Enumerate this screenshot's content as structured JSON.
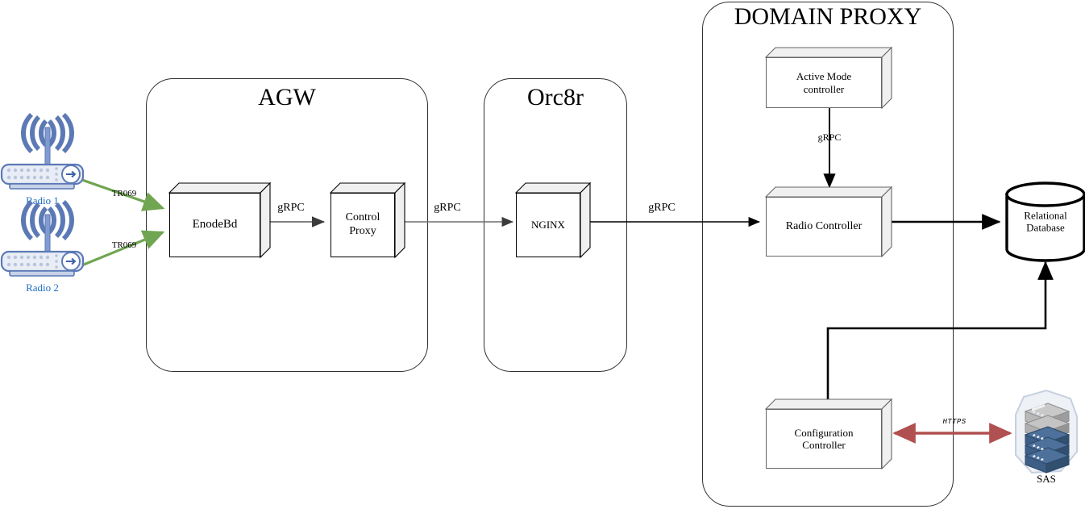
{
  "diagram": {
    "title_agw": "AGW",
    "title_orc8r": "Orc8r",
    "title_domain_proxy": "DOMAIN PROXY",
    "colors": {
      "zone_border": "#30302f",
      "box_border": "#000000",
      "box_border_gray": "#666666",
      "box_face": "#ffffff",
      "box_shade": "#f0f0f0",
      "tr069_arrow": "#70a552",
      "grpc_arrow_gray": "#808080",
      "grpc_arrow_black": "#000000",
      "https_arrow": "#b05050",
      "radio_label": "#1f6fc4",
      "server_blue": "#3d5f86",
      "server_gray": "#9a9a9a"
    },
    "zones": [
      {
        "name": "agw",
        "label": "AGW"
      },
      {
        "name": "orc8r",
        "label": "Orc8r"
      },
      {
        "name": "domain-proxy",
        "label": "DOMAIN PROXY"
      }
    ],
    "nodes": [
      {
        "id": "enodebd",
        "label": "EnodeBd",
        "zone": "agw"
      },
      {
        "id": "control-proxy",
        "label": "Control\nProxy",
        "line1": "Control",
        "line2": "Proxy",
        "zone": "agw"
      },
      {
        "id": "nginx",
        "label": "NGINX",
        "zone": "orc8r"
      },
      {
        "id": "active-mode-controller",
        "line1": "Active Mode",
        "line2": "controller",
        "zone": "domain-proxy"
      },
      {
        "id": "radio-controller",
        "label": "Radio Controller",
        "zone": "domain-proxy"
      },
      {
        "id": "configuration-controller",
        "line1": "Configuration",
        "line2": "Controller",
        "zone": "domain-proxy"
      },
      {
        "id": "relational-database",
        "line1": "Relational",
        "line2": "Database",
        "shape": "cylinder"
      },
      {
        "id": "sas",
        "label": "SAS",
        "shape": "server-stack"
      }
    ],
    "devices": [
      {
        "id": "radio-1",
        "label": "Radio 1",
        "icon": "wireless-router-icon"
      },
      {
        "id": "radio-2",
        "label": "Radio 2",
        "icon": "wireless-router-icon"
      }
    ],
    "edges": [
      {
        "id": "radio1-enodebd",
        "label": "TR069",
        "from": "radio-1",
        "to": "enodebd",
        "color": "#70a552",
        "style": "arrow"
      },
      {
        "id": "radio2-enodebd",
        "label": "TR069",
        "from": "radio-2",
        "to": "enodebd",
        "color": "#70a552",
        "style": "arrow"
      },
      {
        "id": "enodebd-controlproxy",
        "label": "gRPC",
        "from": "enodebd",
        "to": "control-proxy",
        "color": "#808080",
        "style": "arrow"
      },
      {
        "id": "controlproxy-nginx",
        "label": "gRPC",
        "from": "control-proxy",
        "to": "nginx",
        "color": "#808080",
        "style": "arrow"
      },
      {
        "id": "nginx-radiocontroller",
        "label": "gRPC",
        "from": "nginx",
        "to": "radio-controller",
        "color": "#000000",
        "style": "arrow"
      },
      {
        "id": "activemode-radiocontroller",
        "label": "gRPC",
        "from": "active-mode-controller",
        "to": "radio-controller",
        "color": "#000000",
        "style": "arrow"
      },
      {
        "id": "radiocontroller-database",
        "label": "",
        "from": "radio-controller",
        "to": "relational-database",
        "color": "#000000",
        "style": "arrow"
      },
      {
        "id": "configcontroller-database",
        "label": "",
        "from": "configuration-controller",
        "to": "relational-database",
        "color": "#000000",
        "style": "arrow"
      },
      {
        "id": "configcontroller-sas",
        "label": "HTTPS",
        "from": "configuration-controller",
        "to": "sas",
        "color": "#b05050",
        "style": "double-arrow"
      }
    ]
  }
}
